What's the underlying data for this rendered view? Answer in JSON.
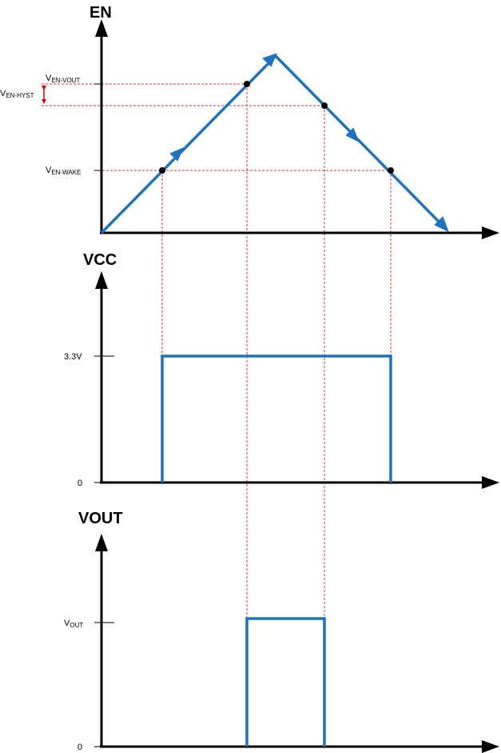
{
  "panels": {
    "en": {
      "title": "EN"
    },
    "vcc": {
      "title": "VCC",
      "level_label": "3.3V",
      "zero_label": "0"
    },
    "vout": {
      "title": "VOUT",
      "zero_label": "0"
    }
  },
  "en_labels": {
    "vout_main": "V",
    "vout_sub": "EN-VOUT",
    "hyst_main": "V",
    "hyst_sub": "EN-HYST",
    "wake_main": "V",
    "wake_sub": "EN-WAKE"
  },
  "vout_level": {
    "main": "V",
    "sub": "OUT"
  },
  "colors": {
    "signal": "#1e73be",
    "guide": "#e03030",
    "axis": "#000000",
    "marker": "#000000"
  }
}
